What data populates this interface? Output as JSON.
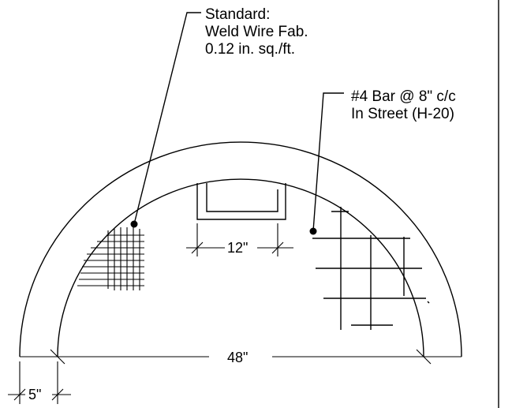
{
  "callouts": {
    "standard": {
      "line1": "Standard:",
      "line2": "Weld Wire Fab.",
      "line3": "0.12 in. sq./ft."
    },
    "bar": {
      "line1": "#4 Bar @ 8\" c/c",
      "line2": "In Street (H-20)"
    }
  },
  "dimensions": {
    "opening": "12\"",
    "diameter": "48\"",
    "wall": "5\""
  }
}
